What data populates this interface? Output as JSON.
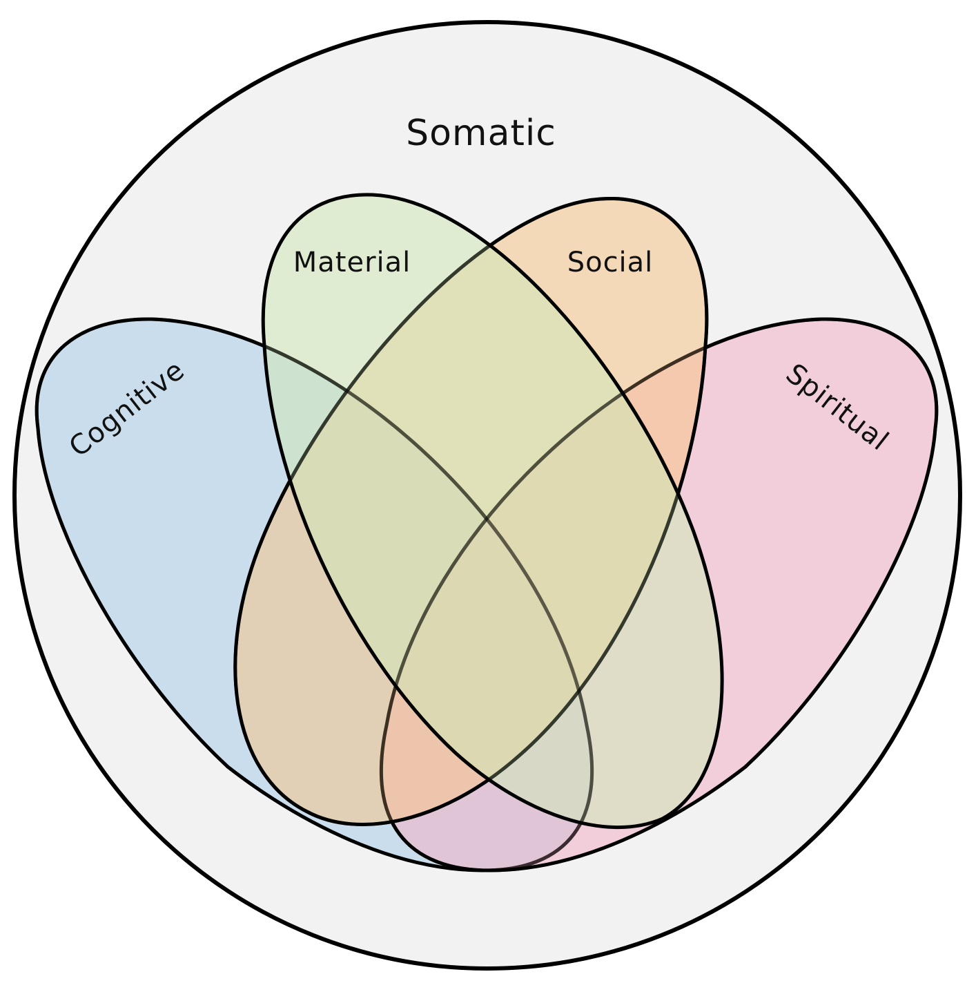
{
  "diagram": {
    "type": "venn",
    "outer_set": {
      "label": "Somatic",
      "fill": "#f2f2f2",
      "stroke": "#000000"
    },
    "sets": [
      {
        "id": "cognitive",
        "label": "Cognitive",
        "color": "#a8cce8"
      },
      {
        "id": "spiritual",
        "label": "Spiritual",
        "color": "#f0b0c4"
      },
      {
        "id": "social",
        "label": "Social",
        "color": "#f5c58a"
      },
      {
        "id": "material",
        "label": "Material",
        "color": "#d0e8b8"
      }
    ]
  }
}
